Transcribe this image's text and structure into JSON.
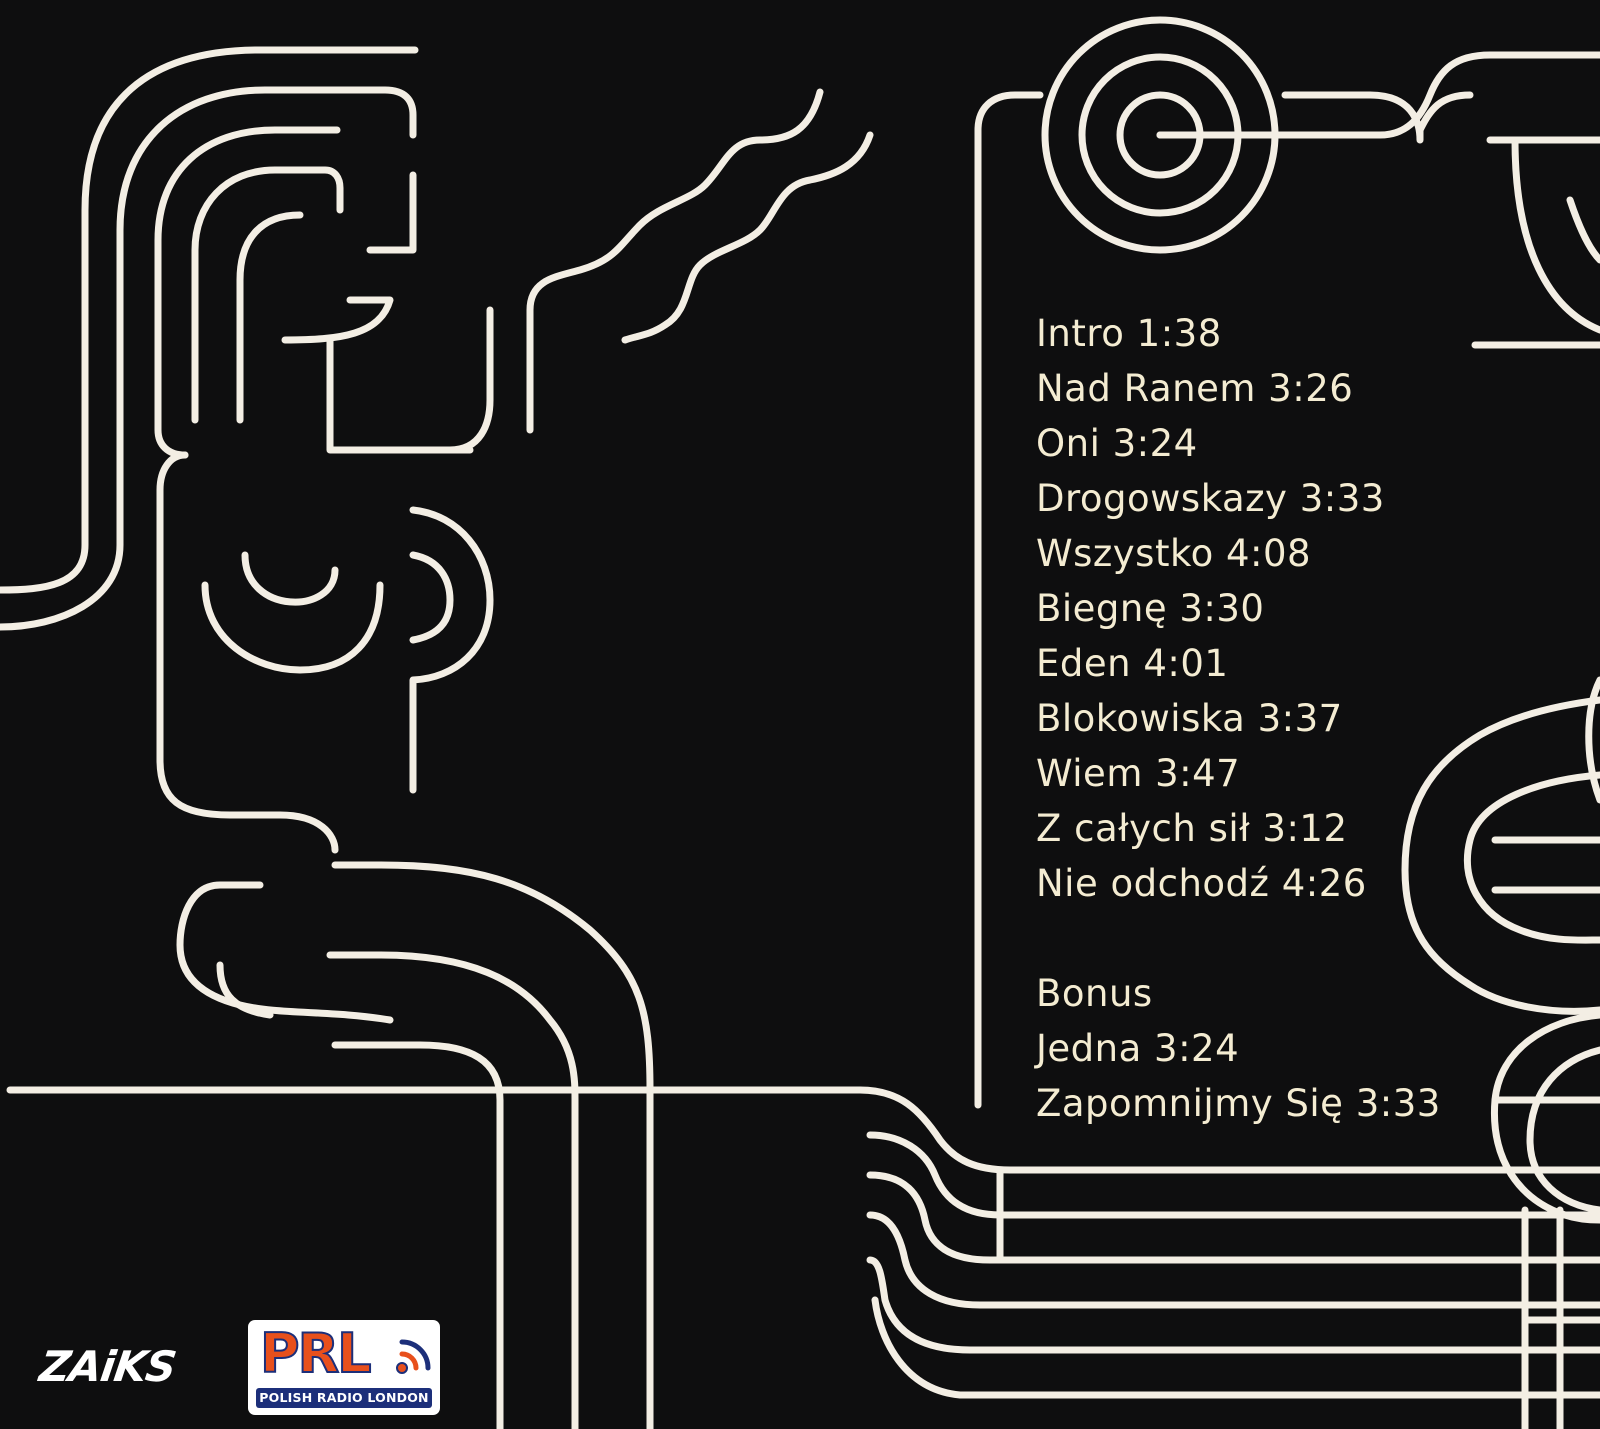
{
  "tracklist": {
    "tracks": [
      "Intro 1:38",
      "Nad Ranem 3:26",
      "Oni 3:24",
      "Drogowskazy 3:33",
      "Wszystko 4:08",
      "Biegnę 3:30",
      "Eden 4:01",
      "Blokowiska 3:37",
      "Wiem 3:47",
      "Z całych sił 3:12",
      "Nie odchodź 4:26"
    ],
    "bonus_heading": "Bonus",
    "bonus_tracks": [
      "Jedna 3:24",
      "Zapomnijmy Się 3:33"
    ]
  },
  "logos": {
    "zaiks": "ZAiKS",
    "prl": {
      "letters": "PRL",
      "strap": "POLISH RADIO LONDON"
    }
  },
  "colors": {
    "background": "#0e0e0f",
    "line_art": "#f3eee4",
    "track_text": "#f4ecd2",
    "prl_orange": "#e8501c",
    "prl_navy": "#1c2f7a"
  }
}
